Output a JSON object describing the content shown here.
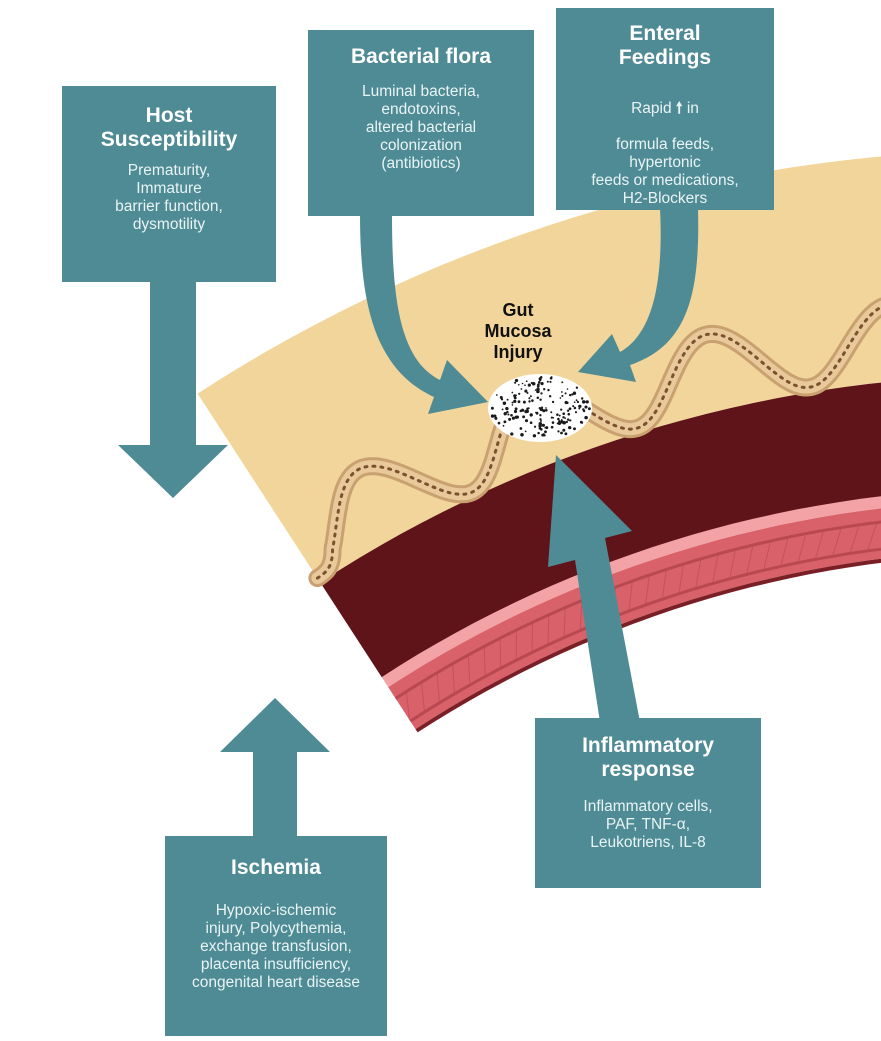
{
  "colors": {
    "box_fill": "#4f8b94",
    "lumen": "#f2d59a",
    "villus_outer": "#c9a170",
    "villus_inner": "#e9c99a",
    "mucosa_dark": "#5e1418",
    "muscle_pink": "#d8616a",
    "muscle_stripe": "#b94851",
    "text_white": "#ffffff",
    "injury_label": "#111111"
  },
  "boxes": {
    "host": {
      "title": "Host\nSusceptibility",
      "body": "Prematurity,\nImmature\nbarrier function,\ndysmotility"
    },
    "bacterial": {
      "title": "Bacterial flora",
      "body": "Luminal bacteria,\nendotoxins,\naltered bacterial\ncolonization\n(antibiotics)"
    },
    "enteral": {
      "title": "Enteral\nFeedings",
      "body_line1_prefix": "Rapid ",
      "body_line1_symbol": "🠕",
      "body_line1_suffix": " in",
      "body_rest": "formula feeds,\nhypertonic\nfeeds or medications,\nH2-Blockers"
    },
    "inflammatory": {
      "title": "Inflammatory\nresponse",
      "body": "Inflammatory cells,\nPAF, TNF-α,\nLeukotriens, IL-8"
    },
    "ischemia": {
      "title": "Ischemia",
      "body": "Hypoxic-ischemic\ninjury, Polycythemia,\nexchange transfusion,\nplacenta insufficiency,\ncongenital heart disease"
    }
  },
  "center_label": "Gut\nMucosa\nInjury",
  "icons": {
    "host_arrow": "arrow-down-icon",
    "bacterial_arrow": "curved-arrow-icon",
    "enteral_arrow": "curved-arrow-icon",
    "inflammatory_arrow": "arrow-up-icon",
    "ischemia_arrow": "arrow-up-icon"
  }
}
